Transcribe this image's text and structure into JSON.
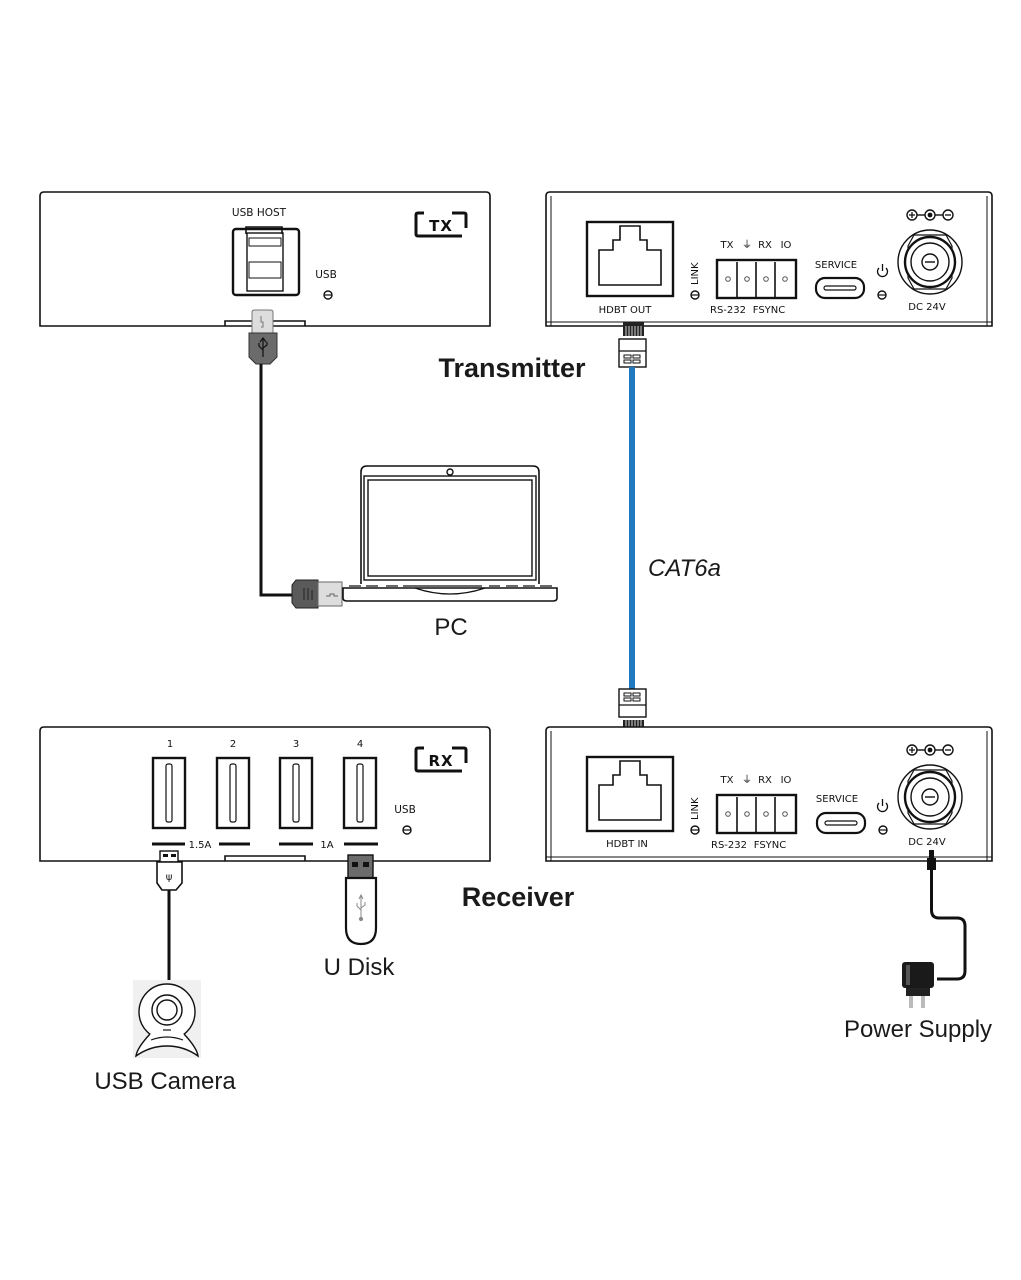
{
  "diagram": {
    "title_transmitter": "Transmitter",
    "title_receiver": "Receiver",
    "cable_label": "CAT6a",
    "colors": {
      "cat6a_cable": "#1f7ac2",
      "usb_cable": "#111111",
      "power_cable": "#111111",
      "connector_gray": "#6b6b6b"
    }
  },
  "tx_front_panel": {
    "badge": "TX",
    "usb_host_label": "USB HOST",
    "usb_led_label": "USB"
  },
  "tx_rear_panel": {
    "hdbt_label": "HDBT OUT",
    "link_label": "LINK",
    "terminal_top_labels": [
      "TX",
      "⏚",
      "RX",
      "IO"
    ],
    "rs232_label": "RS-232",
    "fsync_label": "FSYNC",
    "service_label": "SERVICE",
    "dc_label": "DC 24V",
    "polarity": "⊕-●-⊖"
  },
  "rx_front_panel": {
    "badge": "RX",
    "ports": [
      "1",
      "2",
      "3",
      "4"
    ],
    "current_left": "1.5A",
    "current_right": "1A",
    "usb_led_label": "USB"
  },
  "rx_rear_panel": {
    "hdbt_label": "HDBT IN",
    "link_label": "LINK",
    "terminal_top_labels": [
      "TX",
      "⏚",
      "RX",
      "IO"
    ],
    "rs232_label": "RS-232",
    "fsync_label": "FSYNC",
    "service_label": "SERVICE",
    "dc_label": "DC 24V",
    "polarity": "⊕-●-⊖"
  },
  "devices": {
    "pc": "PC",
    "usb_camera": "USB Camera",
    "u_disk": "U Disk",
    "power_supply": "Power Supply"
  }
}
